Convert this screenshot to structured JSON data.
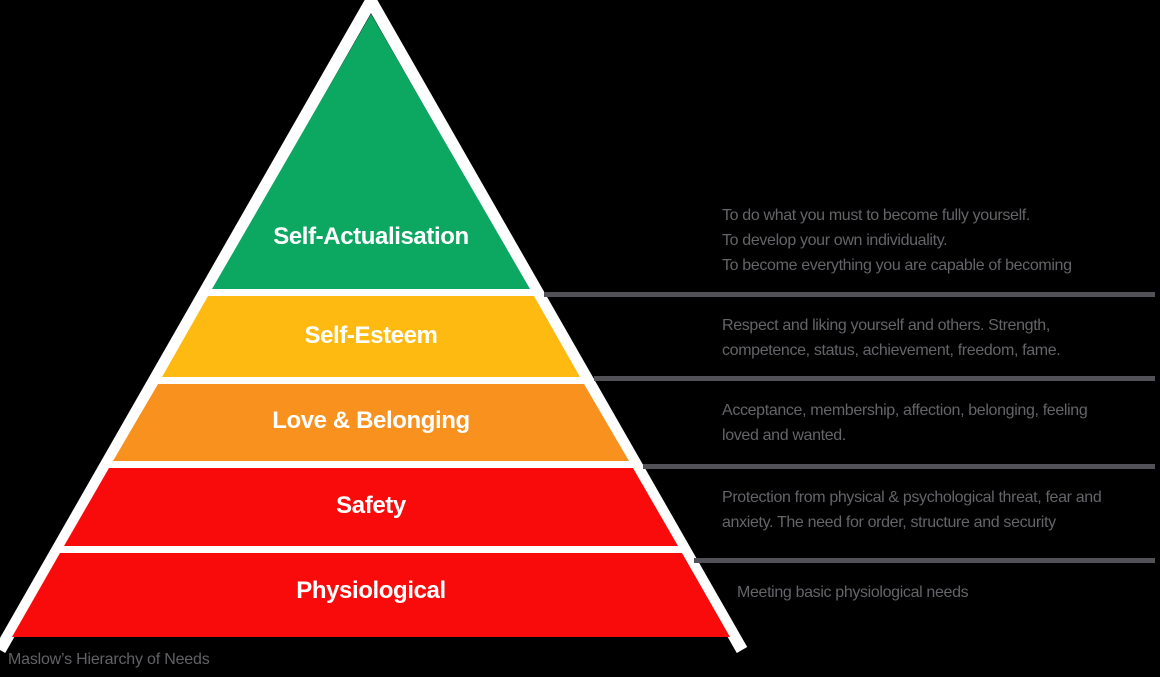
{
  "background_color": "#000000",
  "caption": "Maslow’s Hierarchy of Needs",
  "pyramid": {
    "outline_color": "#FFFFFF",
    "divider_color": "#515157",
    "label_color": "#FFFFFF",
    "description_color": "#646469",
    "levels": [
      {
        "label": "Self-Actualisation",
        "color": "#0CA761",
        "lines": [
          "To do what you must to become fully yourself.",
          "To develop your own individuality.",
          "To become everything you are capable of becoming"
        ]
      },
      {
        "label": "Self-Esteem",
        "color": "#FEBA11",
        "lines": [
          "Respect and liking yourself and others. Strength,",
          "competence, status, achievement, freedom, fame."
        ]
      },
      {
        "label": "Love & Belonging",
        "color": "#F8911E",
        "lines": [
          "Acceptance, membership, affection, belonging, feeling",
          "loved and wanted."
        ]
      },
      {
        "label": "Safety",
        "color": "#F90B0B",
        "lines": [
          "Protection from physical & psychological threat, fear and",
          "anxiety. The need for order, structure and security"
        ]
      },
      {
        "label": "Physiological",
        "color": "#F90B0B",
        "lines": [
          "Meeting basic physiological needs"
        ]
      }
    ]
  }
}
